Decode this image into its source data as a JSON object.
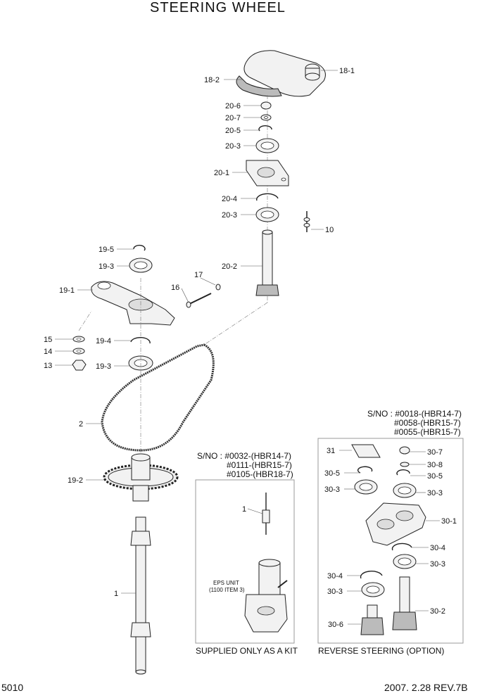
{
  "title": "STEERING WHEEL",
  "page_number": "5010",
  "revision": "2007. 2.28  REV.7B",
  "labels": {
    "l18_1": "18-1",
    "l18_2": "18-2",
    "l20_6": "20-6",
    "l20_7": "20-7",
    "l20_5": "20-5",
    "l20_3a": "20-3",
    "l20_1": "20-1",
    "l20_4": "20-4",
    "l20_3b": "20-3",
    "l20_2": "20-2",
    "l10": "10",
    "l17": "17",
    "l16": "16",
    "l19_5": "19-5",
    "l19_3a": "19-3",
    "l19_1": "19-1",
    "l19_4": "19-4",
    "l19_3b": "19-3",
    "l19_2": "19-2",
    "l15": "15",
    "l14": "14",
    "l13": "13",
    "l2": "2",
    "l1a": "1",
    "l1b": "1",
    "l31": "31",
    "l30_7": "30-7",
    "l30_8": "30-8",
    "l30_5a": "30-5",
    "l30_5b": "30-5",
    "l30_3a": "30-3",
    "l30_3b": "30-3",
    "l30_1": "30-1",
    "l30_4a": "30-4",
    "l30_4b": "30-4",
    "l30_3c": "30-3",
    "l30_3d": "30-3",
    "l30_2": "30-2",
    "l30_6": "30-6"
  },
  "kit_box": {
    "sno_1": "S/NO : #0032-(HBR14-7)",
    "sno_2": "#0111-(HBR15-7)",
    "sno_3": "#0105-(HBR18-7)",
    "eps_1": "EPS UNIT",
    "eps_2": "(1100 ITEM 3)",
    "caption": "SUPPLIED ONLY AS A KIT"
  },
  "reverse_box": {
    "sno_1": "S/NO : #0018-(HBR14-7)",
    "sno_2": "#0058-(HBR15-7)",
    "sno_3": "#0055-(HBR15-7)",
    "caption": "REVERSE STEERING (OPTION)"
  }
}
